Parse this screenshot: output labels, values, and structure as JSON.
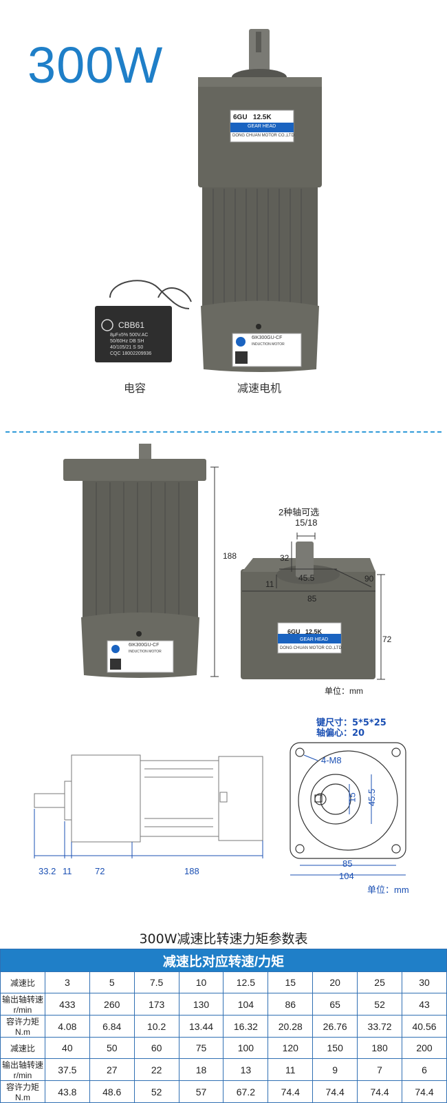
{
  "hero": {
    "title": "300W",
    "gearhead_label": {
      "model": "6GU",
      "ratio": "12.5K",
      "name": "GEAR HEAD",
      "maker": "DONG CHUAN MOTOR CO.,LTD"
    },
    "motor_label": {
      "model": "6IK300GU-CF",
      "type": "INDUCTION MOTOR"
    },
    "capacitor": {
      "brand": "CBB61",
      "spec_line1": "8μF±5% 500V.AC",
      "spec_line2": "50/60Hz DB SH",
      "spec_line3": "40/105/21 S S0",
      "spec_line4": "CQC 18002209936"
    },
    "capacitor_caption": "电容",
    "motor_caption": "减速电机"
  },
  "dims_photo": {
    "height_left": "188",
    "shaft_options": "2种轴可选",
    "shaft_diameter": "15/18",
    "shaft_length": "32",
    "boss_height": "11",
    "boss_diameter": "45.5",
    "depth": "90",
    "width": "85",
    "gear_height": "72",
    "unit": "单位：mm",
    "gear_label": {
      "model": "6GU",
      "ratio": "12.5K",
      "name": "GEAR HEAD",
      "maker": "DONG CHUAN MOTOR CO.,LTD"
    },
    "motor_label": {
      "model": "6IK300GU-CF",
      "type": "INDUCTION MOTOR"
    }
  },
  "drawing": {
    "key_size": "键尺寸：5*5*25",
    "shaft_offset": "轴偏心：20",
    "hole_label": "4-M8",
    "dim_15": "15",
    "dim_455": "45.5",
    "dim_85": "85",
    "dim_104": "104",
    "dim_332": "33.2",
    "dim_11": "11",
    "dim_72": "72",
    "dim_188": "188",
    "unit": "单位：mm"
  },
  "table": {
    "title": "300W减速比转速力矩参数表",
    "header": "减速比对应转速/力矩",
    "rows": [
      {
        "label": "减速比",
        "values": [
          "3",
          "5",
          "7.5",
          "10",
          "12.5",
          "15",
          "20",
          "25",
          "30"
        ]
      },
      {
        "label": "输出轴转速r/min",
        "values": [
          "433",
          "260",
          "173",
          "130",
          "104",
          "86",
          "65",
          "52",
          "43"
        ]
      },
      {
        "label": "容许力矩 N.m",
        "values": [
          "4.08",
          "6.84",
          "10.2",
          "13.44",
          "16.32",
          "20.28",
          "26.76",
          "33.72",
          "40.56"
        ]
      },
      {
        "label": "减速比",
        "values": [
          "40",
          "50",
          "60",
          "75",
          "100",
          "120",
          "150",
          "180",
          "200"
        ]
      },
      {
        "label": "输出轴转速r/min",
        "values": [
          "37.5",
          "27",
          "22",
          "18",
          "13",
          "11",
          "9",
          "7",
          "6"
        ]
      },
      {
        "label": "容许力矩 N.m",
        "values": [
          "43.8",
          "48.6",
          "52",
          "57",
          "67.2",
          "74.4",
          "74.4",
          "74.4",
          "74.4"
        ]
      }
    ]
  }
}
